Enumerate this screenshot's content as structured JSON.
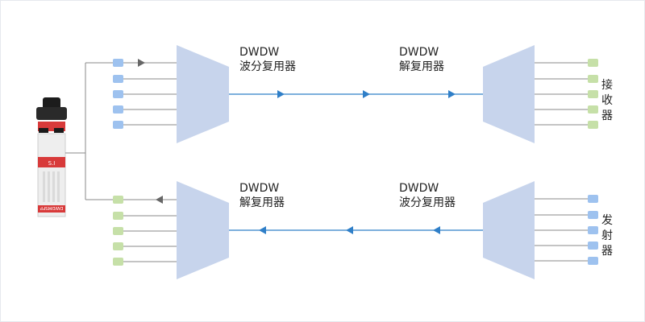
{
  "colors": {
    "blue_port": "#9ec2ef",
    "green_port": "#c6e0a8",
    "mux_fill": "#c7d4ec",
    "link_line": "#2f7fc8",
    "fiber_line": "#8a8a8a",
    "module_red": "#d83a3a"
  },
  "module": {
    "label": "S.I",
    "bottom_text": "DWDMSFP"
  },
  "top_left_mux": {
    "line1": "DWDW",
    "line2": "波分复用器"
  },
  "top_right_demux": {
    "line1": "DWDW",
    "line2": "解复用器"
  },
  "bottom_left_demux": {
    "line1": "DWDW",
    "line2": "解复用器"
  },
  "bottom_right_mux": {
    "line1": "DWDW",
    "line2": "波分复用器"
  },
  "receiver": {
    "chars": [
      "接",
      "收",
      "器"
    ]
  },
  "transmitter": {
    "chars": [
      "发",
      "射",
      "器"
    ]
  }
}
